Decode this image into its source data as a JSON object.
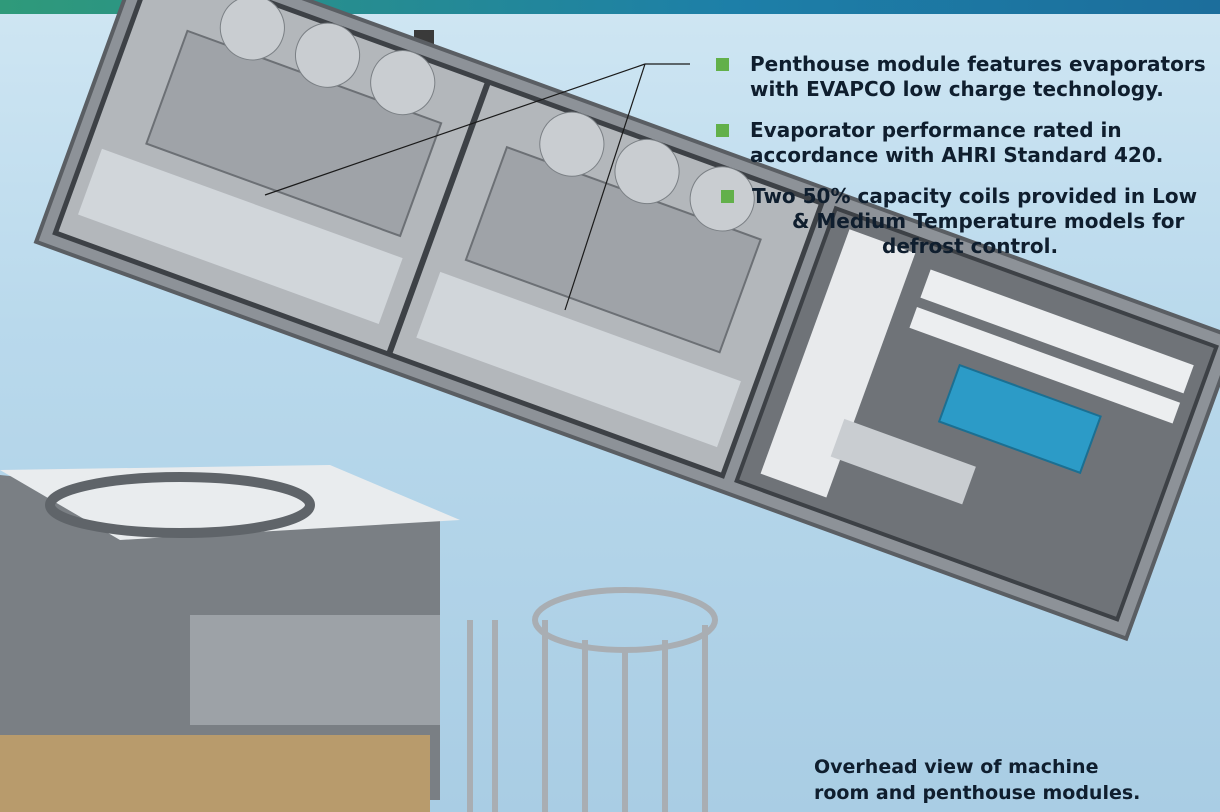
{
  "bullets": [
    {
      "line1": "Penthouse module features evaporators",
      "line2": "with EVAPCO low charge technology."
    },
    {
      "line1": "Evaporator performance rated in",
      "line2": "accordance with AHRI Standard 420."
    },
    {
      "line1": "Two 50% capacity coils provided in Low",
      "line2": "& Medium Temperature models for",
      "line3": "defrost control."
    }
  ],
  "caption": {
    "line1": "Overhead view of machine",
    "line2": "room and penthouse modules."
  },
  "colors": {
    "bullet_square": "#62b04a",
    "text": "#0f1e2e",
    "band": "#1d7fa8"
  },
  "icons": [
    "bullet-square-icon"
  ]
}
